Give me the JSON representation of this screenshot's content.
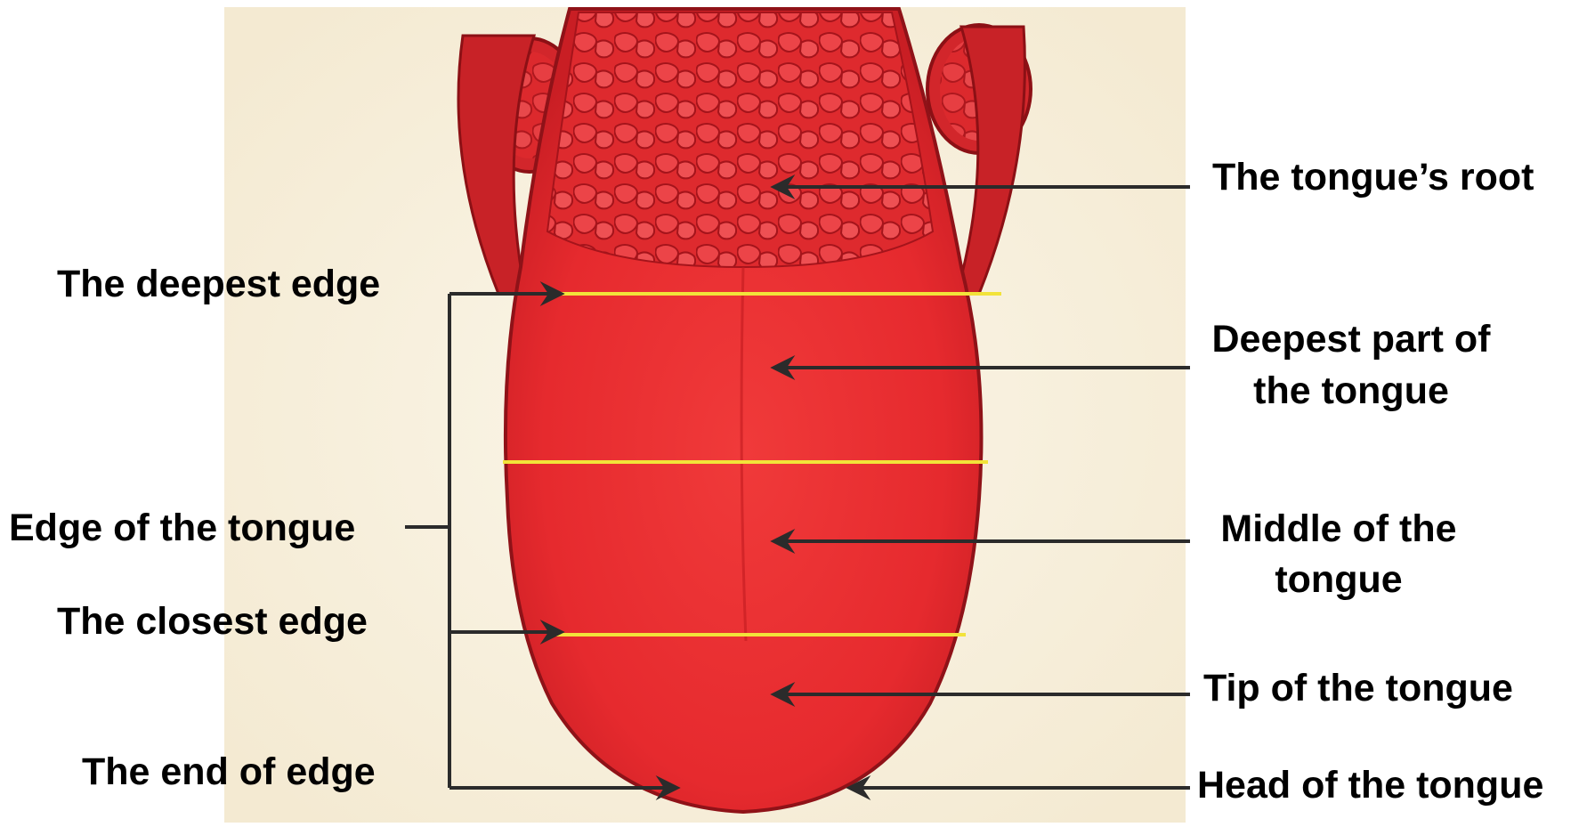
{
  "labels_left": {
    "deepest_edge": "The deepest edge",
    "edge_of_tongue": "Edge of the tongue",
    "closest_edge": "The closest edge",
    "end_of_edge": "The end of edge"
  },
  "labels_right": {
    "root": "The tongue’s root",
    "deepest_part_line1": "Deepest part of",
    "deepest_part_line2": "the tongue",
    "middle_line1": "Middle of the",
    "middle_line2": "tongue",
    "tip": "Tip of the tongue",
    "head": "Head of the tongue"
  },
  "colors": {
    "tongue": "#e8262b",
    "tongue_dark": "#b3141c",
    "divider_lines": "#f2e33a",
    "arrows": "#2b2b2b",
    "text": "#000000"
  }
}
